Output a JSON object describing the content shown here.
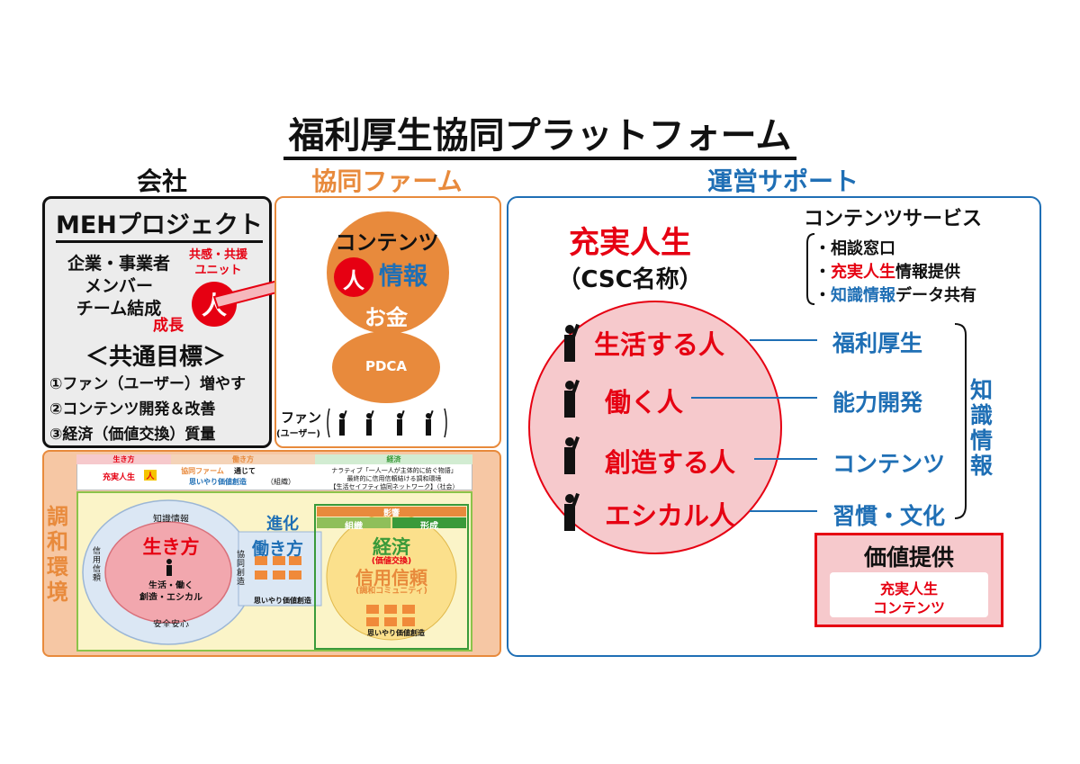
{
  "title": "福利厚生協同プラットフォーム",
  "sections": {
    "company": "会社",
    "farm": "協同ファーム",
    "support": "運営サポート"
  },
  "meh": {
    "title": "MEHプロジェクト",
    "member_lines": [
      "企業・事業者",
      "メンバー",
      "チーム結成"
    ],
    "empathy": [
      "共感・共援",
      "ユニット"
    ],
    "growth": "成長",
    "person": "人",
    "goals_title": "＜共通目標＞",
    "goals": [
      "①ファン（ユーザー）増やす",
      "②コンテンツ開発＆改善",
      "③経済（価値交換）質量"
    ]
  },
  "farm": {
    "contents": "コンテンツ",
    "person": "人",
    "info": "情報",
    "money": "お金",
    "pdca": "PDCA",
    "fan": "ファン",
    "fan_sub": "(ユーザー)"
  },
  "harmony": {
    "side_label": [
      "調",
      "和",
      "環",
      "境"
    ],
    "header": {
      "col1": "生き方",
      "col2": "働き方",
      "col3": "経済",
      "row1": "充実人生",
      "row1_tag": "人",
      "row2a": "協同ファーム",
      "row2b": "通じて",
      "row2c": "思いやり価値創造",
      "row2d": "（組織）",
      "row3a": "ナラティブ「一人一人が主体的に紡ぐ物語」",
      "row3b": "最終的に信用信頼結ける調和環境",
      "row3c": "【生活セイフティ協同ネットワーク】（社会）"
    },
    "ring_top": "知識情報",
    "ring_left": "信用信頼",
    "ring_bottom": "安全安心",
    "center_title": "生き方",
    "center_lines": [
      "生活・働く",
      "創造・エシカル"
    ],
    "shinka": "進化",
    "hataraki": "働き方",
    "kyodo_v": "協同創造",
    "omoiyari": "思いやり価値創造",
    "eikyo": "影響",
    "soshiki": "組織",
    "keisei": "形成",
    "keizai": "経済",
    "kachi": "(価値交換)",
    "shinyo": "信用信頼",
    "chowa": "(調和コミュニティ)",
    "omoiyari2": "思いやり価値創造"
  },
  "support": {
    "title": "充実人生",
    "subtitle": "（CSC名称）",
    "services_title": "コンテンツサービス",
    "services": [
      {
        "pre": "・",
        "em": "",
        "rest": "相談窓口"
      },
      {
        "pre": "・",
        "em": "充実人生",
        "rest": "情報提供"
      },
      {
        "pre": "・",
        "em": "知識情報",
        "rest": "データ共有"
      }
    ],
    "people": [
      "生活する人",
      "働く人",
      "創造する人",
      "エシカル人"
    ],
    "targets": [
      "福利厚生",
      "能力開発",
      "コンテンツ",
      "習慣・文化"
    ],
    "knowledge": [
      "知",
      "識",
      "情",
      "報"
    ],
    "value_title": "価値提供",
    "value_lines": [
      "充実人生",
      "コンテンツ"
    ]
  },
  "colors": {
    "red": "#e60012",
    "blue": "#1f6fb5",
    "orange": "#e88a3c",
    "pink": "#f6c9cc",
    "green": "#3a9a3a"
  }
}
